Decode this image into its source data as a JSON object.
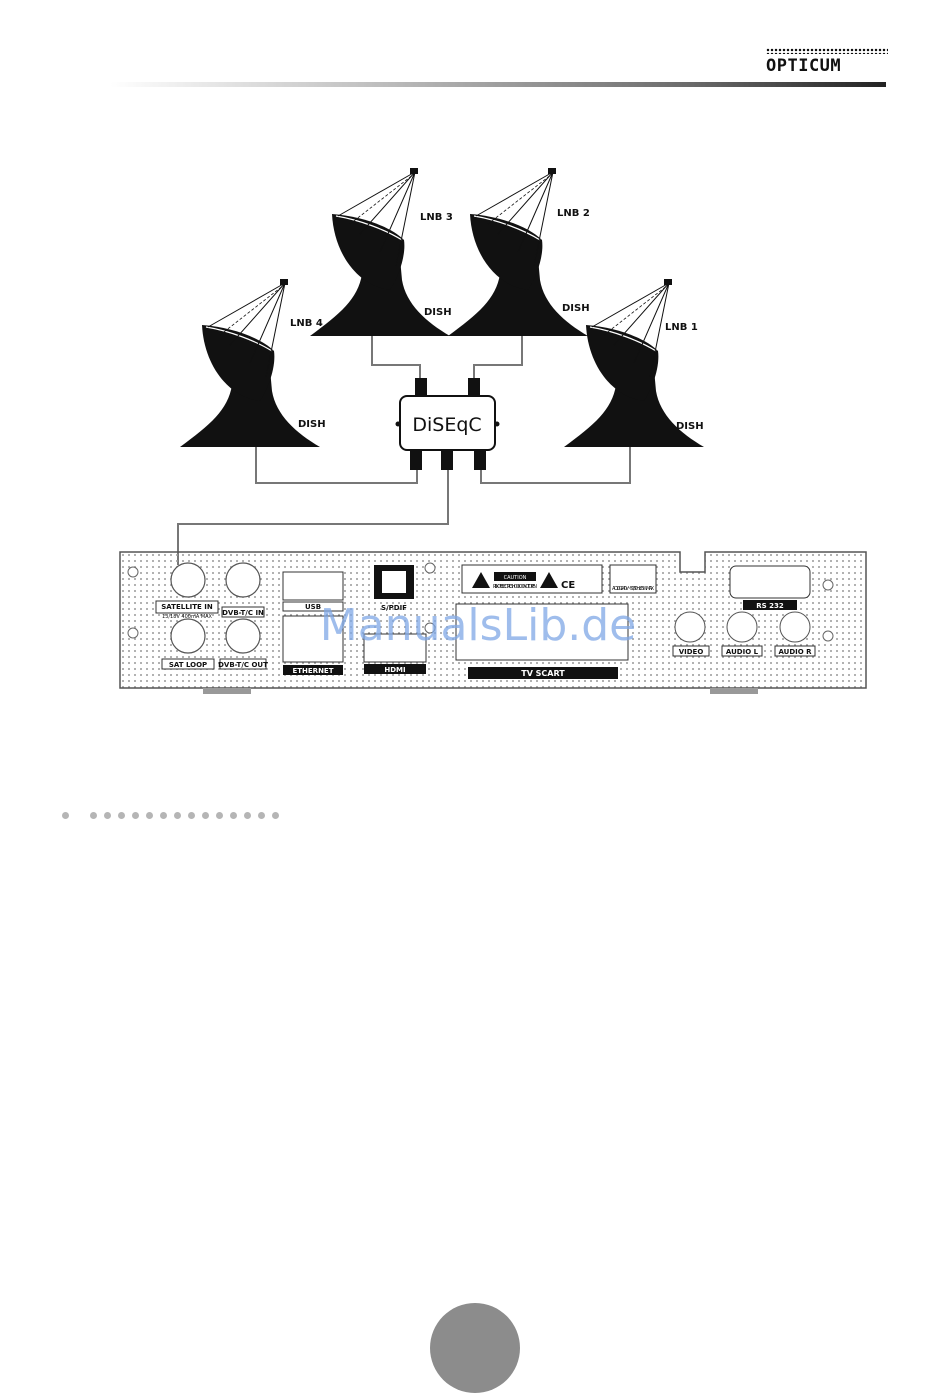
{
  "header": {
    "brand": "OPTICUM"
  },
  "diagram": {
    "switch_label": "DiSEqC",
    "lnbs": [
      "LNB 3",
      "LNB 2",
      "LNB 4",
      "LNB 1"
    ],
    "dish_label": "DISH",
    "receiver": {
      "satellite_in": "SATELLITE IN",
      "satellite_in_sub": "13/18V 400mA MAX",
      "sat_loop": "SAT LOOP",
      "dvbt_in": "DVB-T/C IN",
      "dvbt_loop": "DVB-T/C OUT",
      "usb": "USB",
      "ethernet": "ETHERNET",
      "spdif": "S/PDIF",
      "hdmi": "HDMI",
      "caution": "CAUTION",
      "caution_sub": "RISK OF ELECTRIC SHOCK DO NOT OPEN",
      "power_spec": "AC 100-240V~ 50/60Hz 25W MAX",
      "tv_scart": "TV SCART",
      "rs232": "RS 232",
      "video": "VIDEO",
      "audio_l": "AUDIO L",
      "audio_r": "AUDIO R"
    }
  },
  "watermark": "ManualsLib.de",
  "decor": {
    "bullet_count": 15
  }
}
